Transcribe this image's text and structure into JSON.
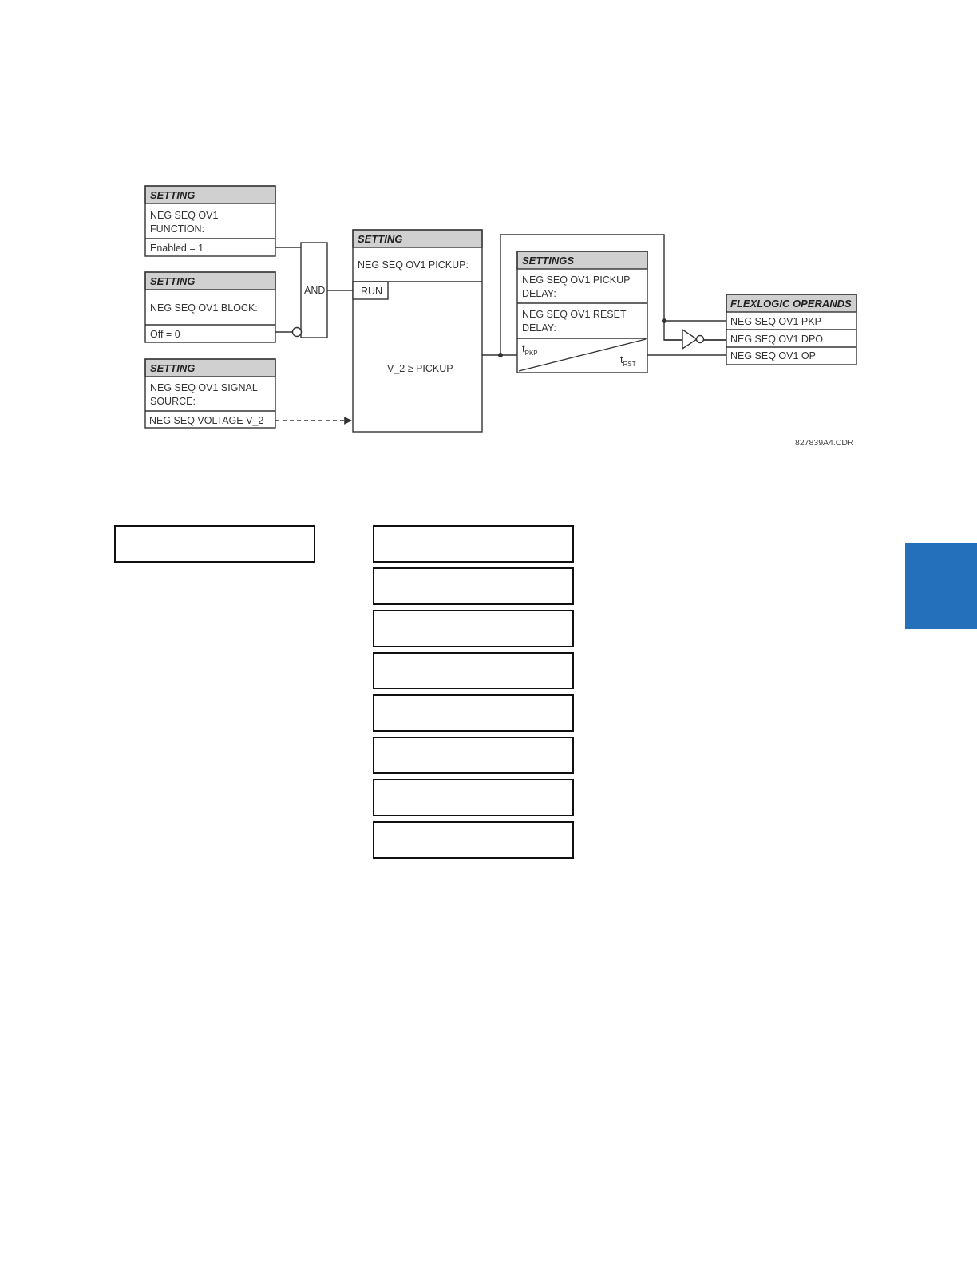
{
  "diagram": {
    "function_block": {
      "header": "SETTING",
      "line1": "NEG SEQ OV1",
      "line2": "FUNCTION:",
      "value": "Enabled = 1"
    },
    "block_block": {
      "header": "SETTING",
      "label": "NEG SEQ OV1 BLOCK:",
      "value": "Off = 0"
    },
    "source_block": {
      "header": "SETTING",
      "line1": "NEG SEQ OV1 SIGNAL",
      "line2": "SOURCE:",
      "value": "NEG SEQ VOLTAGE V_2"
    },
    "and_gate": {
      "label": "AND"
    },
    "pickup_block": {
      "header": "SETTING",
      "label": "NEG SEQ OV1 PICKUP:",
      "run": "RUN",
      "condition": "V_2 ≥ PICKUP"
    },
    "timer_block": {
      "header": "SETTINGS",
      "pickup_line1": "NEG SEQ OV1 PICKUP",
      "pickup_line2": "DELAY:",
      "reset_line1": "NEG SEQ OV1 RESET",
      "reset_line2": "DELAY:",
      "tpkp_main": "t",
      "tpkp_sub": "PKP",
      "trst_main": "t",
      "trst_sub": "RST"
    },
    "operands": {
      "header": "FLEXLOGIC OPERANDS",
      "items": [
        "NEG SEQ OV1 PKP",
        "NEG SEQ OV1 DPO",
        "NEG SEQ OV1 OP"
      ]
    },
    "figure_id": "827839A4.CDR"
  },
  "menu": {
    "left_box_count": 1,
    "right_box_count": 8
  },
  "side_tab": {
    "color": "#2570BA"
  },
  "colors": {
    "header_fill": "#D0D0D0",
    "line": "#333333"
  }
}
